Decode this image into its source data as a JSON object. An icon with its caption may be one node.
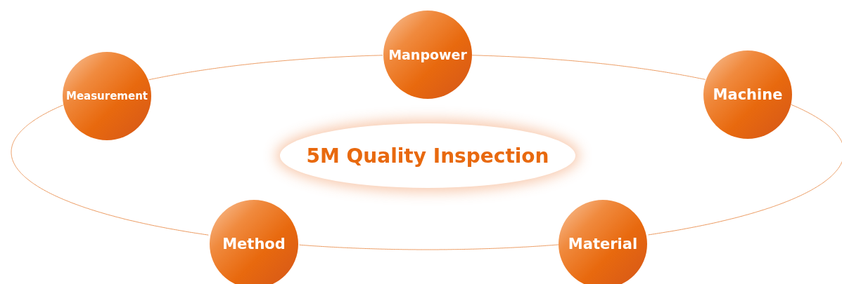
{
  "diagram": {
    "nodes": [
      {
        "text": [
          "Manpower"
        ]
      },
      {
        "text": [
          "Measurement"
        ]
      },
      {
        "text": [
          "Machine"
        ]
      },
      {
        "text": [
          "5M Quality Inspection"
        ]
      },
      {
        "text": [
          "Method"
        ]
      },
      {
        "text": [
          "Material"
        ]
      }
    ],
    "edges": [
      {
        "from": 1,
        "to": 0,
        "arrow": "none"
      },
      {
        "from": 0,
        "to": 2,
        "arrow": "none"
      },
      {
        "from": 2,
        "to": 5,
        "arrow": "none"
      },
      {
        "from": 5,
        "to": 4,
        "arrow": "none"
      },
      {
        "from": 4,
        "to": 1,
        "arrow": "none"
      }
    ]
  }
}
